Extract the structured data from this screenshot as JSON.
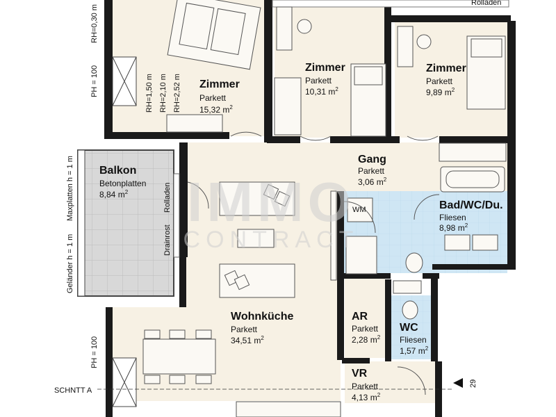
{
  "colors": {
    "floor": "#f7f1e4",
    "wet_floor": "#cfe6f4",
    "wall": "#1a1a1a",
    "balcony": "#d6d6d6",
    "accent_wet": "#3f9ad6"
  },
  "rooms": [
    {
      "id": "zimmer1",
      "name": "Zimmer",
      "material": "Parkett",
      "area": "15,32 m",
      "unit_sup": "2"
    },
    {
      "id": "zimmer2",
      "name": "Zimmer",
      "material": "Parkett",
      "area": "10,31 m",
      "unit_sup": "2"
    },
    {
      "id": "zimmer3",
      "name": "Zimmer",
      "material": "Parkett",
      "area": "9,89 m",
      "unit_sup": "2"
    },
    {
      "id": "balkon",
      "name": "Balkon",
      "material": "Betonplatten",
      "area": "8,84 m",
      "unit_sup": "2"
    },
    {
      "id": "gang",
      "name": "Gang",
      "material": "Parkett",
      "area": "3,06 m",
      "unit_sup": "2"
    },
    {
      "id": "bad",
      "name": "Bad/WC/Du.",
      "material": "Fliesen",
      "area": "8,98 m",
      "unit_sup": "2"
    },
    {
      "id": "wohnkueche",
      "name": "Wohnküche",
      "material": "Parkett",
      "area": "34,51 m",
      "unit_sup": "2"
    },
    {
      "id": "ar",
      "name": "AR",
      "material": "Parkett",
      "area": "2,28 m",
      "unit_sup": "2"
    },
    {
      "id": "wc",
      "name": "WC",
      "material": "Fliesen",
      "area": "1,57 m",
      "unit_sup": "2"
    },
    {
      "id": "vr",
      "name": "VR",
      "material": "Parkett",
      "area": "4,13 m",
      "unit_sup": "2"
    }
  ],
  "annotations": {
    "rh_030": "RH=0,30 m",
    "ph_100_top": "PH = 100",
    "ph_100_bottom": "PH = 100",
    "rh_150": "RH=1,50 m",
    "rh_210": "RH=2,10 m",
    "rh_252": "RH=2,52 m",
    "rolladen_top": "Rolladen",
    "maxplatten": "Maxplatten h = 1 m",
    "gelaender": "Geländer h = 1 m",
    "drainrost": "Drainrost",
    "rolladen_side": "Rolladen",
    "schnitt": "SCHNTT A",
    "section_number": "29",
    "wm_label": "WM"
  },
  "watermark": {
    "line1": "IMMO",
    "line2": "CONTRACT"
  }
}
